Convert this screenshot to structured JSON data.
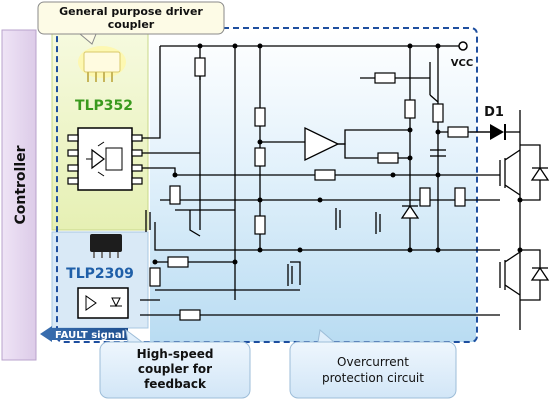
{
  "labels": {
    "controller": "Controller",
    "driver_coupler_callout": [
      "General purpose driver",
      "coupler"
    ],
    "tlp352": "TLP352",
    "tlp2309": "TLP2309",
    "vcc": "VCC",
    "d1": "D1",
    "fault_signal": "FAULT signal",
    "feedback_callout": [
      "High-speed",
      "coupler for",
      "feedback"
    ],
    "overcurrent_callout": [
      "Overcurrent",
      "protection circuit"
    ]
  },
  "colors": {
    "wire": "#000000",
    "tlp352_label": "#3a9a1e",
    "tlp2309_label": "#1f5fa8",
    "dashed_border": "#1f4f9f",
    "controller_fill": "#e9dcf2",
    "green_zone": "#eef5c8",
    "blue_zone": "#cfe6f6",
    "callout_fill": "#dfeefb"
  }
}
